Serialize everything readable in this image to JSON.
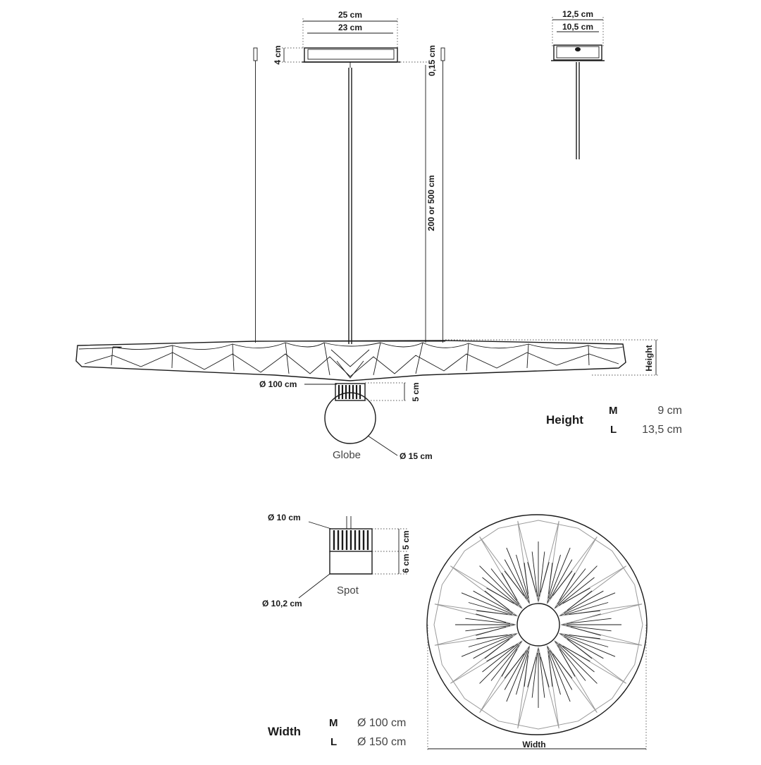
{
  "side_view": {
    "canopy_outer_width": "25 cm",
    "canopy_inner_width": "23 cm",
    "canopy_height": "4 cm",
    "canopy_gap": "0,15 cm",
    "cable_length": "200 or 500 cm",
    "shade_diameter": "Ø 100 cm",
    "shade_height_label": "Height",
    "socket_height": "5 cm",
    "globe_label": "Globe",
    "globe_diameter": "Ø 15 cm"
  },
  "canopy_side": {
    "outer_width": "12,5 cm",
    "inner_width": "10,5 cm"
  },
  "height_table": {
    "title": "Height",
    "rows": [
      {
        "size": "M",
        "value": "9 cm"
      },
      {
        "size": "L",
        "value": "13,5 cm"
      }
    ]
  },
  "spot": {
    "top_diameter": "Ø 10 cm",
    "upper_height": "5 cm",
    "lower_height": "6 cm",
    "bottom_diameter": "Ø 10,2 cm",
    "label": "Spot"
  },
  "top_view": {
    "width_label": "Width"
  },
  "width_table": {
    "title": "Width",
    "rows": [
      {
        "size": "M",
        "value": "Ø 100 cm"
      },
      {
        "size": "L",
        "value": "Ø 150 cm"
      }
    ]
  }
}
